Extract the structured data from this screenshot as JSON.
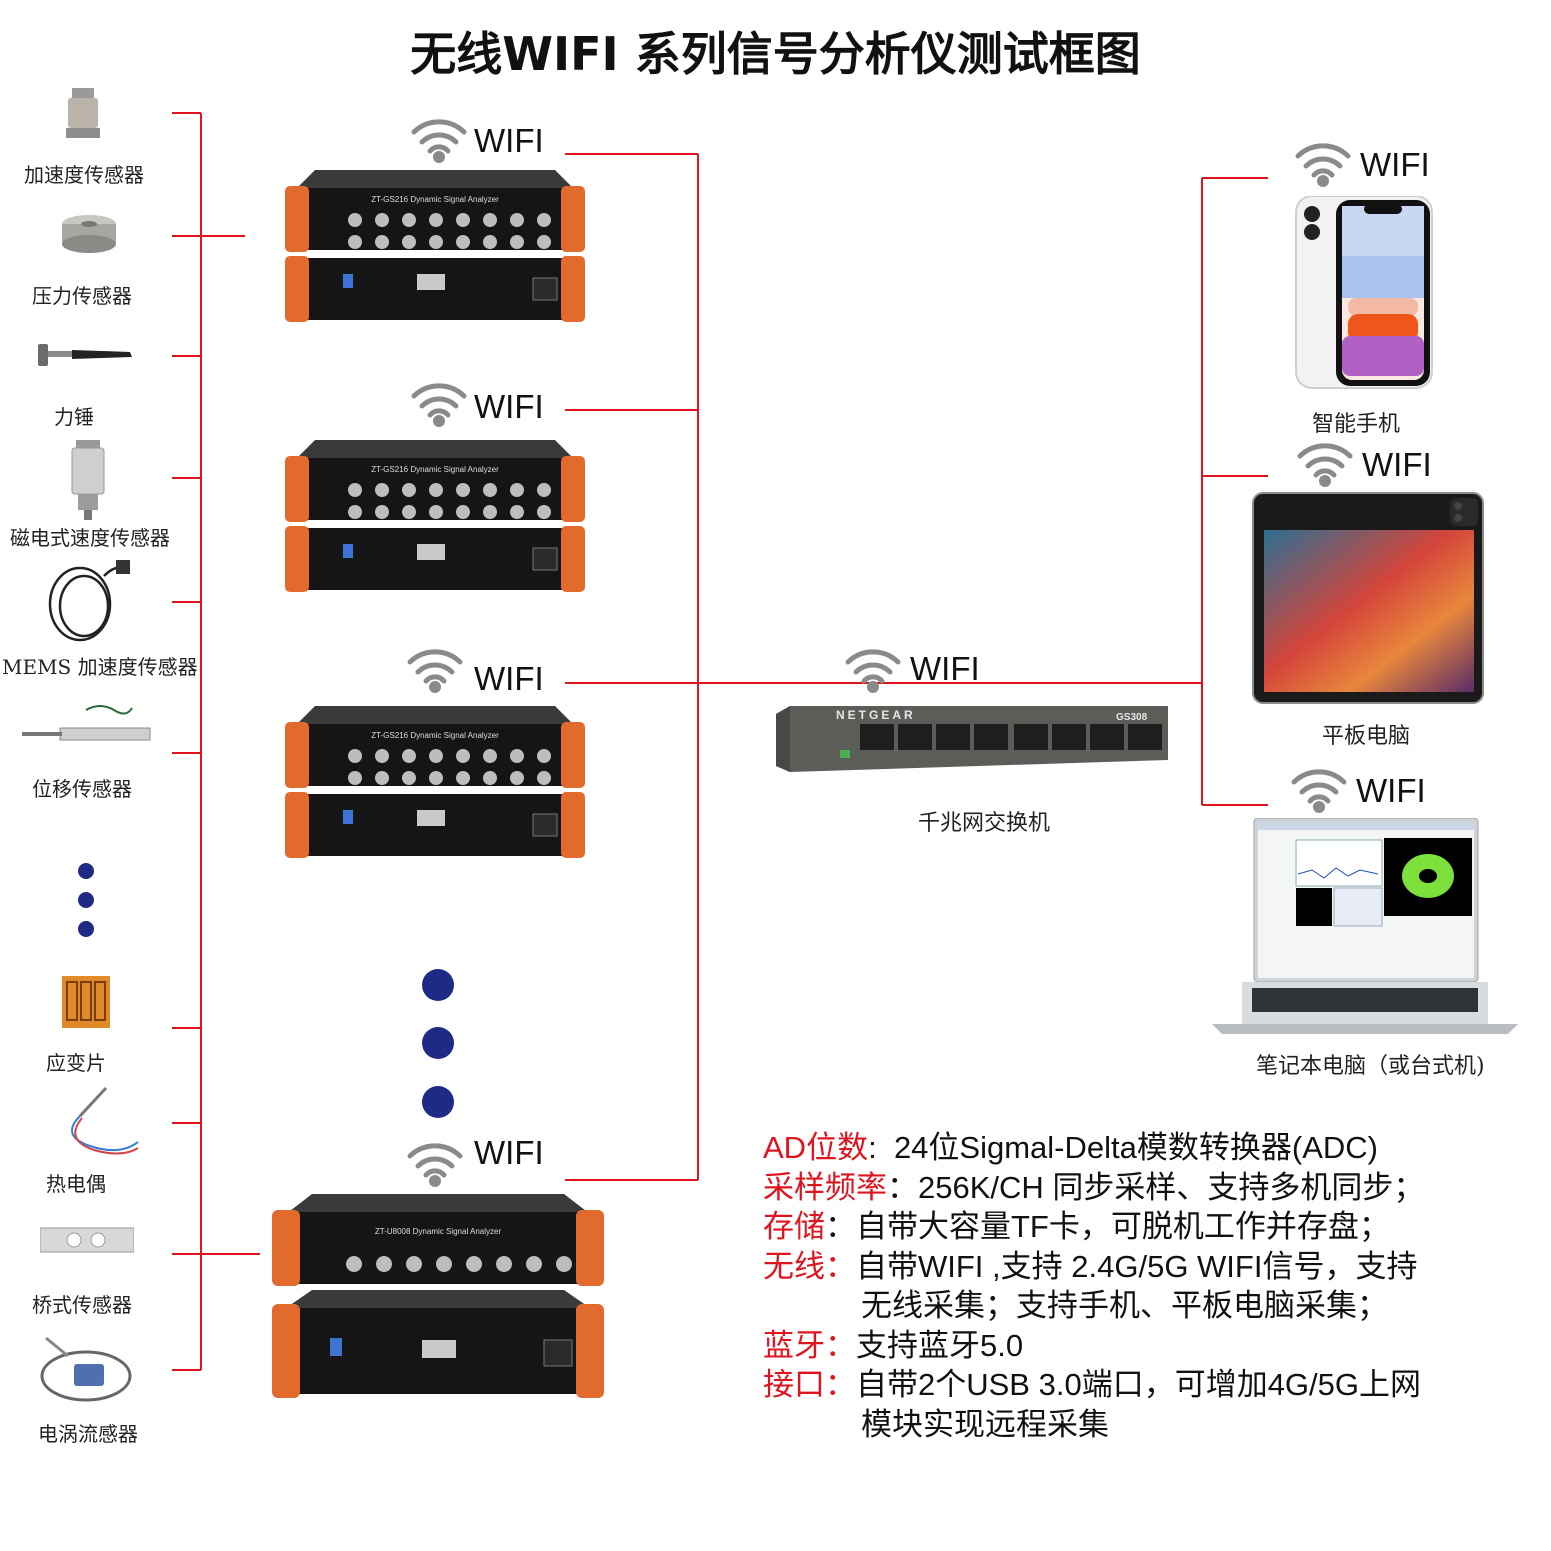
{
  "title": "无线WIFI 系列信号分析仪测试框图",
  "wifi_label": "WIFI",
  "sensors": [
    {
      "label": "加速度传感器",
      "icon": "accelerometer-icon"
    },
    {
      "label": "压力传感器",
      "icon": "pressure-sensor-icon"
    },
    {
      "label": "力锤",
      "icon": "force-hammer-icon"
    },
    {
      "label": "磁电式速度传感器",
      "icon": "velocity-sensor-icon"
    },
    {
      "label": "MEMS 加速度传感器",
      "icon": "mems-sensor-icon"
    },
    {
      "label": "位移传感器",
      "icon": "displacement-sensor-icon"
    },
    {
      "label": "应变片",
      "icon": "strain-gauge-icon"
    },
    {
      "label": "热电偶",
      "icon": "thermocouple-icon"
    },
    {
      "label": "桥式传感器",
      "icon": "load-cell-icon"
    },
    {
      "label": "电涡流感器",
      "icon": "eddy-current-probe-icon"
    }
  ],
  "analyzers": {
    "gs216_name": "ZT-GS216 Dynamic Signal Analyzer",
    "u8008_name": "ZT-U8008 Dynamic Signal Analyzer"
  },
  "switch": {
    "label": "千兆网交换机",
    "brand": "NETGEAR",
    "model": "GS308"
  },
  "clients": [
    {
      "label": "智能手机",
      "icon": "smartphone-icon"
    },
    {
      "label": "平板电脑",
      "icon": "tablet-icon"
    },
    {
      "label": "笔记本电脑（或台式机)",
      "icon": "laptop-icon"
    }
  ],
  "specs": [
    {
      "key": "AD位数",
      "sep": ":",
      "value": "24位Sigmal-Delta模数转换器(ADC)",
      "cont": ""
    },
    {
      "key": "采样频率",
      "sep": "：",
      "value": "256K/CH 同步采样、支持多机同步；",
      "cont": ""
    },
    {
      "key": "存储",
      "sep": "：",
      "value": "自带大容量TF卡，可脱机工作并存盘；",
      "cont": ""
    },
    {
      "key": "无线",
      "sep": "：",
      "value": "自带WIFI ,支持 2.4G/5G WIFI信号，支持",
      "cont": "无线采集；支持手机、平板电脑采集；"
    },
    {
      "key": "蓝牙",
      "sep": "：",
      "value": "支持蓝牙5.0",
      "cont": ""
    },
    {
      "key": "接口",
      "sep": "：",
      "value": "自带2个USB 3.0端口，可增加4G/5G上网",
      "cont": "模块实现远程采集"
    }
  ],
  "colors": {
    "wire": "#e0141e",
    "accent": "#e0141e",
    "dot": "#1f2a86",
    "device_orange": "#e26a2c"
  }
}
